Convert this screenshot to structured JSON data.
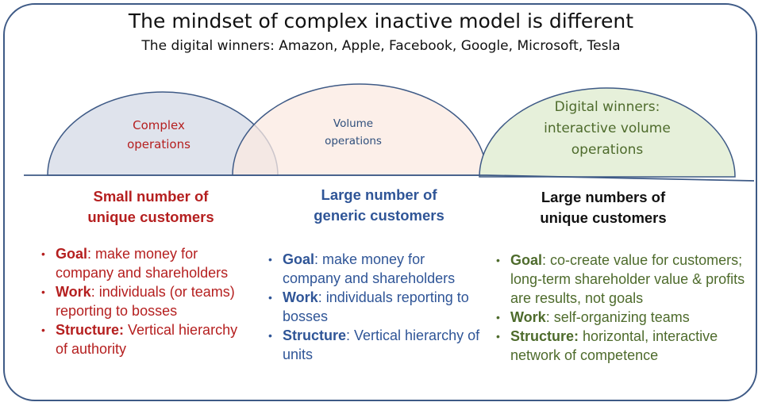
{
  "title": "The mindset of complex inactive model is different",
  "subtitle": "The digital winners: Amazon, Apple, Facebook, Google, Microsoft, Tesla",
  "domes": [
    {
      "label": "Complex\noperations",
      "color": "#dfe3ec",
      "stroke": "#3e5a86"
    },
    {
      "label": "Volume\noperations",
      "color": "#fbe9e1",
      "stroke": "#3e5a86"
    },
    {
      "label": "Digital winners:\ninteractive volume\noperations",
      "color": "#e6f0da",
      "stroke": "#3e5a86"
    }
  ],
  "columns": [
    {
      "heading": "Small number of\nunique customers",
      "color": "#b51f1f",
      "points": [
        {
          "key": "Goal",
          "text": ": make money for company and shareholders"
        },
        {
          "key": "Work",
          "text": ": individuals (or teams) reporting to bosses"
        },
        {
          "key": "Structure:",
          "text": " Vertical hierarchy of authority"
        }
      ]
    },
    {
      "heading": "Large number of\ngeneric customers",
      "color": "#2f5597",
      "points": [
        {
          "key": "Goal",
          "text": ": make money for company and shareholders"
        },
        {
          "key": "Work",
          "text": ": individuals reporting to bosses"
        },
        {
          "key": "Structure",
          "text": ":  Vertical hierarchy of units"
        }
      ]
    },
    {
      "heading": "Large numbers of\nunique customers",
      "color": "#111111",
      "points": [
        {
          "key": "Goal",
          "text": ": co-create value for customers; long-term shareholder value & profits are results, not goals"
        },
        {
          "key": "Work",
          "text": ": self-organizing teams"
        },
        {
          "key": "Structure:",
          "text": " horizontal, interactive network of competence"
        }
      ]
    }
  ],
  "bullet_glyph": "•"
}
